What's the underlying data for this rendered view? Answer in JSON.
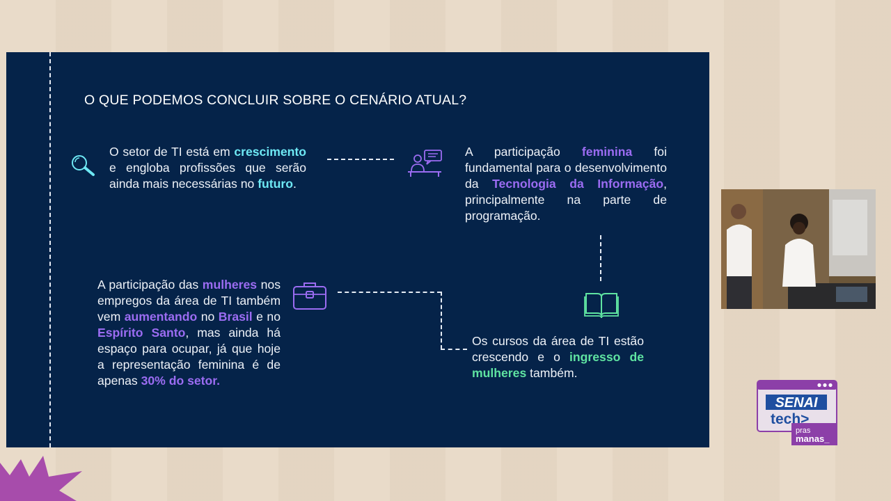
{
  "slide": {
    "title": "O QUE PODEMOS CONCLUIR SOBRE O CENÁRIO ATUAL?",
    "block1": {
      "p1": "O setor de TI está em ",
      "h1": "crescimento",
      "p2": " e engloba profissões que serão ainda mais necessárias no ",
      "h2": "futuro",
      "p3": "."
    },
    "block2": {
      "p1": "A participação ",
      "h1": "feminina",
      "p2": " foi fundamental para o desenvolvimento da ",
      "h2": "Tecnologia da Informação",
      "p3": ", principalmente na parte de programação."
    },
    "block3": {
      "p1": "A participação das ",
      "h1": "mulheres",
      "p2": " nos empregos da área de TI também vem ",
      "h2": "aumentando",
      "p3": " no ",
      "h3": "Brasil",
      "p4": " e no ",
      "h4": "Espírito Santo",
      "p5": ", mas ainda há espaço para ocupar, já que hoje a representação feminina é de apenas ",
      "h5": "30% do setor.",
      "p6": ""
    },
    "block4": {
      "p1": "Os cursos da área de TI estão crescendo e o ",
      "h1": "ingresso de mulheres",
      "p2": " também."
    }
  },
  "icons": {
    "magnifier": "magnifier-icon",
    "person_desk": "person-at-desk-icon",
    "briefcase": "briefcase-icon",
    "book": "open-book-icon"
  },
  "brand": {
    "line1": "SENAI",
    "line2": "tech>",
    "line3": "pras",
    "line4": "manas_"
  },
  "colors": {
    "slide_bg": "#052349",
    "cyan": "#6ee8f4",
    "purple": "#9b6cf2",
    "green": "#5fe3a1",
    "brand_purple": "#8c3fa8"
  }
}
